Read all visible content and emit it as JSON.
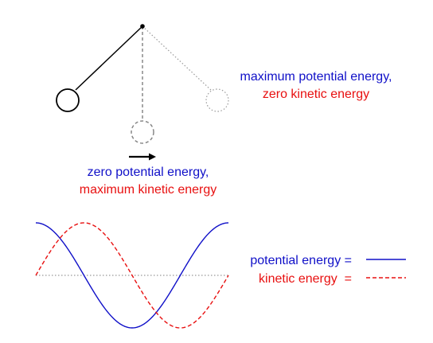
{
  "colors": {
    "potential": "#1010c8",
    "kinetic": "#e81010",
    "rod": "#000000",
    "guide": "#888888"
  },
  "labels": {
    "right_line1": "maximum potential energy,",
    "right_line2": "zero kinetic energy",
    "bottom_line1": "zero potential energy,",
    "bottom_line2": "maximum kinetic energy",
    "legend_potential": "potential energy =",
    "legend_kinetic": "kinetic energy  ="
  },
  "chart_data": {
    "type": "line",
    "title": "",
    "xlabel": "",
    "ylabel": "",
    "series": [
      {
        "function": "cos",
        "cycles": 1,
        "line_style": "solid",
        "color": "#1010c8"
      },
      {
        "function": "sin",
        "cycles": 1,
        "line_style": "dashed",
        "color": "#e81010"
      }
    ],
    "baseline": "dotted",
    "legend_placement": "right"
  }
}
